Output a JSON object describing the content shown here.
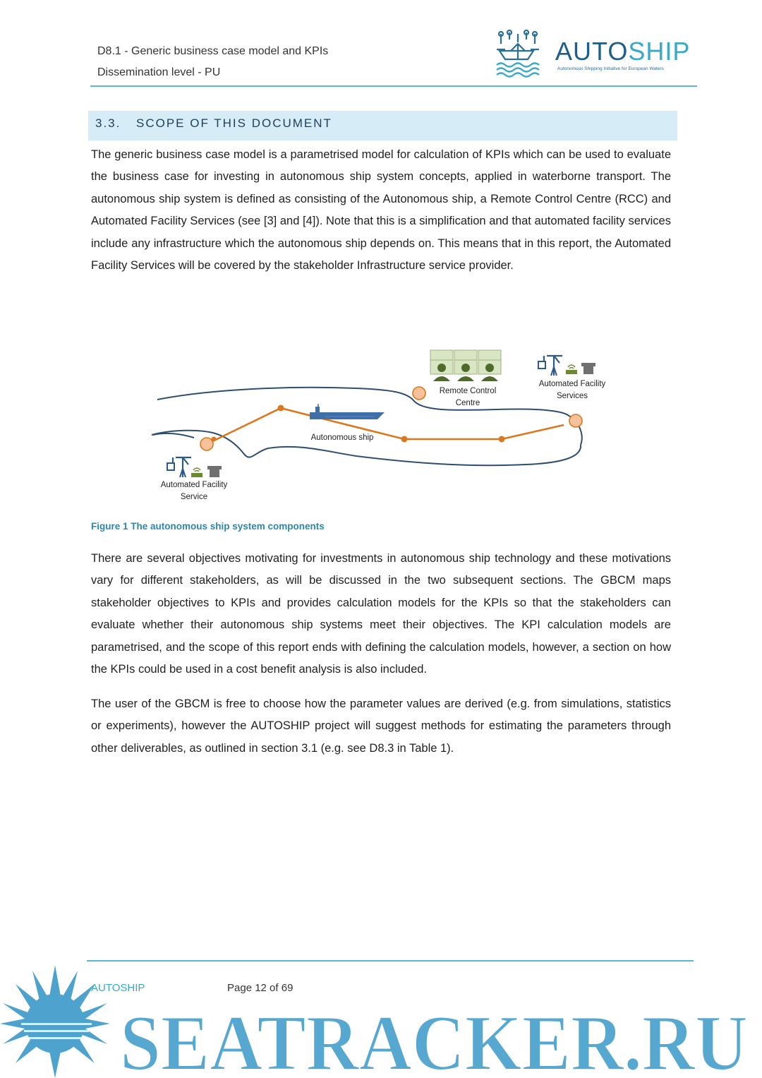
{
  "header": {
    "doc_title": "D8.1 - Generic business case model and KPIs",
    "dissemination": "Dissemination level - PU",
    "logo": {
      "word_a": "AUTO",
      "word_b": "SHIP",
      "tagline": "Autonomous Shipping Initiative for European Waters"
    }
  },
  "section": {
    "number": "3.3.",
    "title": "SCOPE OF THIS DOCUMENT"
  },
  "paragraphs": {
    "p1": "The generic business case model is a parametrised model for calculation of KPIs which can be used to evaluate the business case for investing in autonomous ship system concepts, applied in waterborne transport. The autonomous ship system is defined as consisting of the Autonomous ship, a Remote Control Centre (RCC) and Automated Facility Services (see [3] and [4]). Note that this is a simplification and that automated facility services include any infrastructure which the autonomous ship depends on. This means that in this report, the Automated Facility Services will be covered by the stakeholder Infrastructure service provider.",
    "p2": "There are several objectives motivating for investments in autonomous ship technology and these motivations vary for different stakeholders, as will be discussed in the two subsequent sections. The GBCM maps stakeholder objectives to KPIs and provides calculation models for the KPIs so that the stakeholders can evaluate whether their autonomous ship systems meet their objectives. The KPI calculation models are parametrised, and the scope of this report ends with defining the calculation models, however, a section on how the KPIs could be used in a cost benefit analysis is also included.",
    "p3": "The user of the GBCM is free to choose how the parameter values are derived (e.g. from simulations, statistics or experiments), however the AUTOSHIP project will suggest methods for estimating the parameters through other deliverables, as outlined in section 3.1 (e.g. see D8.3 in Table 1)."
  },
  "figure": {
    "labels": {
      "rcc_1": "Remote Control",
      "rcc_2": "Centre",
      "afs_right_1": "Automated Facility",
      "afs_right_2": "Services",
      "afs_left_1": "Automated Facility",
      "afs_left_2": "Service",
      "ship": "Autonomous ship"
    },
    "caption": "Figure 1 The autonomous ship system components",
    "colors": {
      "route": "#d9781f",
      "node_fill": "#f7c29b",
      "ship": "#3f6fa8",
      "shore": "#2f4d6e",
      "crane": "#2c5a86",
      "screens": "#d8e6c4",
      "operators": "#4f6a2a"
    }
  },
  "footer": {
    "brand": "AUTOSHIP",
    "page": "Page 12 of 69"
  },
  "watermark": {
    "text": "SEATRACKER.RU",
    "color": "#2e93c5"
  }
}
